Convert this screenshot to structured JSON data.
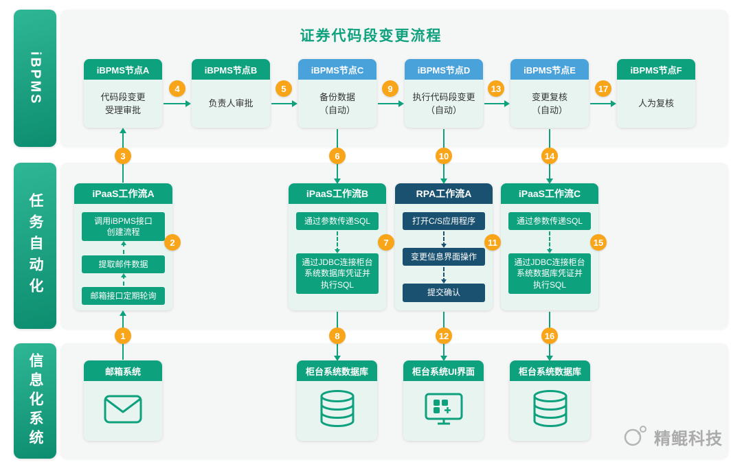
{
  "title": "证券代码段变更流程",
  "watermark": "精鲲科技",
  "colors": {
    "manual_green": "#0ea17d",
    "auto_blue": "#4aa2da",
    "rpa_navy": "#1b5170",
    "badge_amber": "#f9a51a",
    "box_mint": "#e7f4ef",
    "lane_gray": "#f5f6f6"
  },
  "lanes": [
    {
      "label": "iBPMS"
    },
    {
      "label": "任务自动化"
    },
    {
      "label": "信息化系统"
    }
  ],
  "ibpms_nodes": [
    {
      "header": "iBPMS节点A",
      "body": "代码段变更\n受理审批",
      "variant": "green"
    },
    {
      "header": "iBPMS节点B",
      "body": "负责人审批",
      "variant": "green"
    },
    {
      "header": "iBPMS节点C",
      "body": "备份数据\n（自动）",
      "variant": "blue"
    },
    {
      "header": "iBPMS节点D",
      "body": "执行代码段变更\n（自动）",
      "variant": "blue"
    },
    {
      "header": "iBPMS节点E",
      "body": "变更复核\n（自动）",
      "variant": "blue"
    },
    {
      "header": "iBPMS节点F",
      "body": "人为复核",
      "variant": "green"
    }
  ],
  "workflows": [
    {
      "header": "iPaaS工作流A",
      "variant": "green",
      "flow_direction": "up",
      "steps": [
        "调用iBPMS接口\n创建流程",
        "提取邮件数据",
        "邮箱接口定期轮询"
      ]
    },
    {
      "header": "iPaaS工作流B",
      "variant": "green",
      "flow_direction": "down",
      "steps": [
        "通过参数传递SQL",
        "通过JDBC连接柜台\n系统数据库凭证并\n执行SQL"
      ]
    },
    {
      "header": "RPA工作流A",
      "variant": "navy",
      "flow_direction": "down",
      "steps": [
        "打开C/S应用程序",
        "变更信息界面操作",
        "提交确认"
      ]
    },
    {
      "header": "iPaaS工作流C",
      "variant": "green",
      "flow_direction": "down",
      "steps": [
        "通过参数传递SQL",
        "通过JDBC连接柜台\n系统数据库凭证并\n执行SQL"
      ]
    }
  ],
  "systems": [
    {
      "label": "邮箱系统",
      "icon": "mail-icon"
    },
    {
      "label": "柜台系统数据库",
      "icon": "database-icon"
    },
    {
      "label": "柜台系统UI界面",
      "icon": "ui-screen-icon"
    },
    {
      "label": "柜台系统数据库",
      "icon": "database-icon"
    }
  ],
  "step_numbers": [
    "1",
    "2",
    "3",
    "4",
    "5",
    "6",
    "7",
    "8",
    "9",
    "10",
    "11",
    "12",
    "13",
    "14",
    "15",
    "16",
    "17"
  ]
}
